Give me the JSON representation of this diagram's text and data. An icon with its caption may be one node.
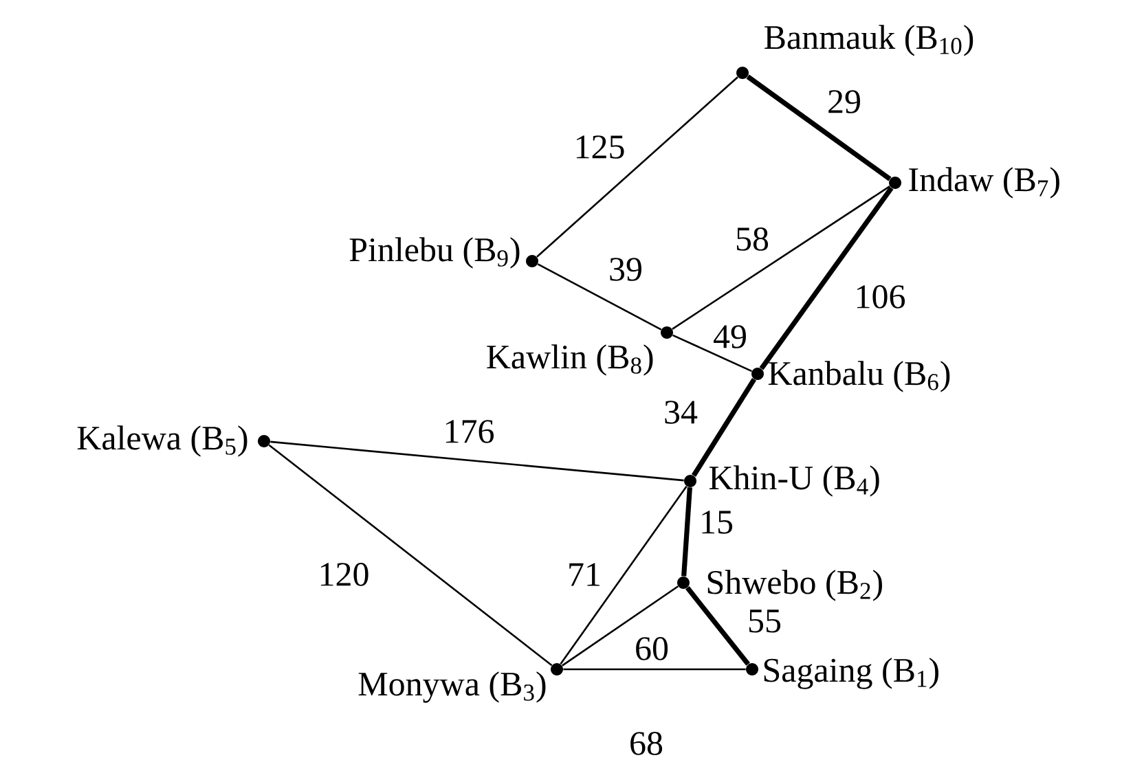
{
  "diagram": {
    "nodes": [
      {
        "text": [],
        "shape": "circle",
        "beside": [
          "Sagaing (B$_{1}$)"
        ]
      },
      {
        "text": [],
        "shape": "circle",
        "beside": [
          "Shwebo (B$_{2}$)"
        ]
      },
      {
        "text": [],
        "shape": "circle",
        "beside": [
          "Monywa (B$_{3}$)"
        ]
      },
      {
        "text": [],
        "shape": "circle",
        "beside": [
          "Khin-U (B$_{4}$)"
        ]
      },
      {
        "text": [],
        "shape": "circle",
        "beside": [
          "Kalewa (B$_{5}$)"
        ]
      },
      {
        "text": [],
        "shape": "circle",
        "beside": [
          "Kanbalu (B$_{6}$)"
        ]
      },
      {
        "text": [],
        "shape": "circle",
        "beside": [
          "Indaw (B$_{7}$)"
        ]
      },
      {
        "text": [],
        "shape": "circle",
        "beside": [
          "Kawlin (B$_{8}$)"
        ]
      },
      {
        "text": [],
        "shape": "circle",
        "beside": [
          "Pinlebu (B$_{9}$)"
        ]
      },
      {
        "text": [],
        "shape": "circle",
        "beside": [
          "Banmauk (B$_{10}$)"
        ]
      }
    ],
    "edges": [
      {
        "from": 9,
        "to": 6,
        "arrow": "none",
        "label": "29",
        "style": "thick"
      },
      {
        "from": 9,
        "to": 8,
        "arrow": "none",
        "label": "125"
      },
      {
        "from": 8,
        "to": 7,
        "arrow": "none",
        "label": "39"
      },
      {
        "from": 7,
        "to": 6,
        "arrow": "none",
        "label": "58"
      },
      {
        "from": 7,
        "to": 5,
        "arrow": "none",
        "label": "49"
      },
      {
        "from": 6,
        "to": 5,
        "arrow": "none",
        "label": "106",
        "style": "thick"
      },
      {
        "from": 5,
        "to": 3,
        "arrow": "none",
        "label": "34",
        "style": "thick"
      },
      {
        "from": 4,
        "to": 3,
        "arrow": "none",
        "label": "176"
      },
      {
        "from": 3,
        "to": 1,
        "arrow": "none",
        "label": "15",
        "style": "thick"
      },
      {
        "from": 3,
        "to": 2,
        "arrow": "none",
        "label": "71"
      },
      {
        "from": 4,
        "to": 2,
        "arrow": "none",
        "label": "120"
      },
      {
        "from": 1,
        "to": 2,
        "arrow": "none",
        "label": "60"
      },
      {
        "from": 1,
        "to": 0,
        "arrow": "none",
        "label": "55",
        "style": "thick"
      },
      {
        "from": 2,
        "to": 0,
        "arrow": "none",
        "label": "68"
      }
    ]
  }
}
